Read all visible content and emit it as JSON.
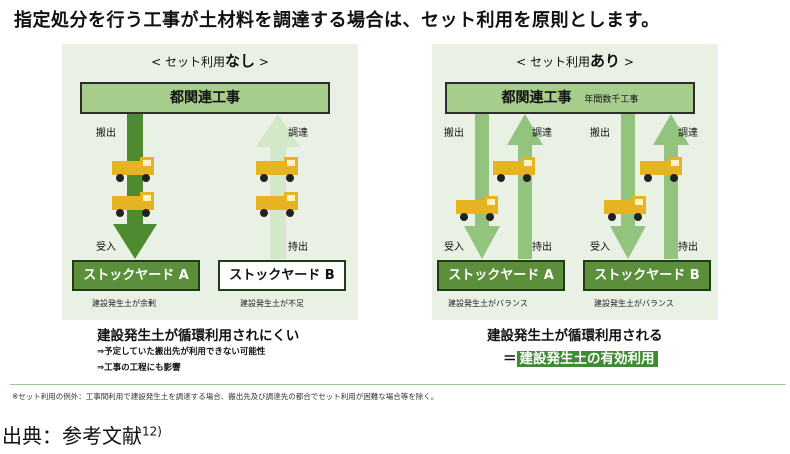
{
  "headline": "指定処分を行う工事が土材料を調達する場合は、セット利用を原則とします。",
  "left_panel": {
    "title_prefix": "< セット利用",
    "title_emph": "なし",
    "title_suffix": " >",
    "top_box": "都関連工事",
    "label_out": "搬出",
    "label_procure": "調達",
    "label_receive": "受入",
    "label_hold": "持出",
    "yard_a": "ストックヤード A",
    "yard_b": "ストックヤード B",
    "yard_a_caption": "建設発生土が余剰",
    "yard_b_caption": "建設発生土が不足",
    "conclusion": "建設発生土が循環利用されにくい",
    "bullet_1": "⇒予定していた搬出先が利用できない可能性",
    "bullet_2": "⇒工事の工程にも影響"
  },
  "right_panel": {
    "title_prefix": "< セット利用",
    "title_emph": "あり",
    "title_suffix": " >",
    "top_box": "都関連工事",
    "top_box_note": "年間数千工事",
    "label_out_1": "搬出",
    "label_procure_1": "調達",
    "label_out_2": "搬出",
    "label_procure_2": "調達",
    "label_receive_1": "受入",
    "label_hold_1": "持出",
    "label_receive_2": "受入",
    "label_hold_2": "持出",
    "yard_a": "ストックヤード A",
    "yard_b": "ストックヤード B",
    "yard_a_caption": "建設発生土がバランス",
    "yard_b_caption": "建設発生土がバランス",
    "conclusion": "建設発生土が循環利用される",
    "effective_prefix": "＝",
    "effective_text": "建設発生土の有効利用"
  },
  "footnote": "※セット利用の例外：工事間利用で建設発生土を調達する場合、搬出先及び調達先の都合でセット利用が困難な場合等を除く。",
  "source": "出典：参考文献",
  "source_ref": "12)",
  "colors": {
    "panel_bg": "#e9f1e4",
    "box_green": "#a7cd8c",
    "yard_green": "#5b8f3c",
    "arrow_dark": "#4e8a2f",
    "arrow_mid": "#93c47d",
    "arrow_light": "#d3e8c8",
    "truck_yellow": "#e6b422",
    "highlight_green": "#3d8b32"
  },
  "icons": [
    "truck-icon",
    "down-arrow-icon",
    "up-arrow-icon"
  ]
}
